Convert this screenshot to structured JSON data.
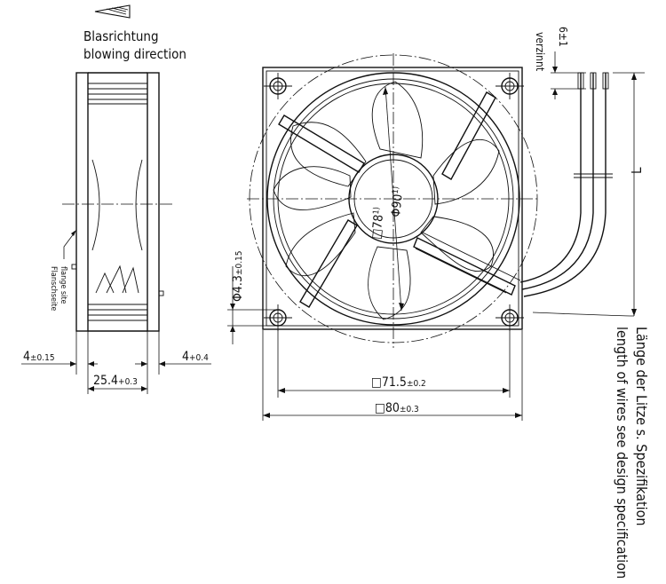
{
  "labels": {
    "blowing_de": "Blasrichtung",
    "blowing_en": "blowing direction",
    "flange_de": "Flanschseite",
    "flange_en": "flange site",
    "tinned": "verzinnt",
    "wire_length_de": "Länge der Litze s. Spezifikation",
    "wire_length_en": "length of wires see design specification",
    "length_symbol": "L"
  },
  "dimensions": {
    "flange_left": "4",
    "flange_left_tol": "±0.15",
    "depth": "25.4",
    "depth_tol": "+0.3",
    "flange_right": "4",
    "flange_right_tol": "+0.4",
    "hole_pitch": "□71.5",
    "hole_pitch_tol": "±0.2",
    "frame": "□80",
    "frame_tol": "±0.3",
    "hole_dia": "Φ4.3",
    "hole_dia_tol": "±0.15",
    "strip": "6±1",
    "circle_dia": "Φ90",
    "circle_note": "1)",
    "inner_square": "□78",
    "inner_note": "1)"
  }
}
